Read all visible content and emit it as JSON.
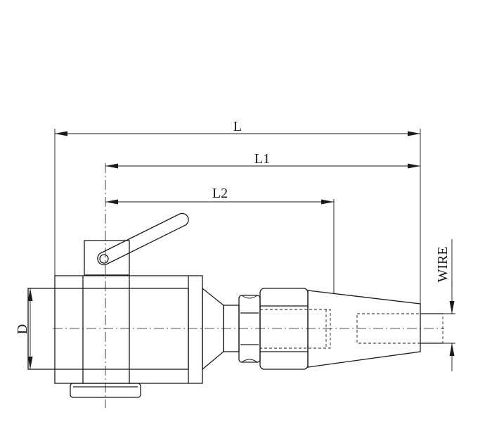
{
  "labels": {
    "L": "L",
    "L1": "L1",
    "L2": "L2",
    "D": "D",
    "WIRE": "WIRE"
  }
}
